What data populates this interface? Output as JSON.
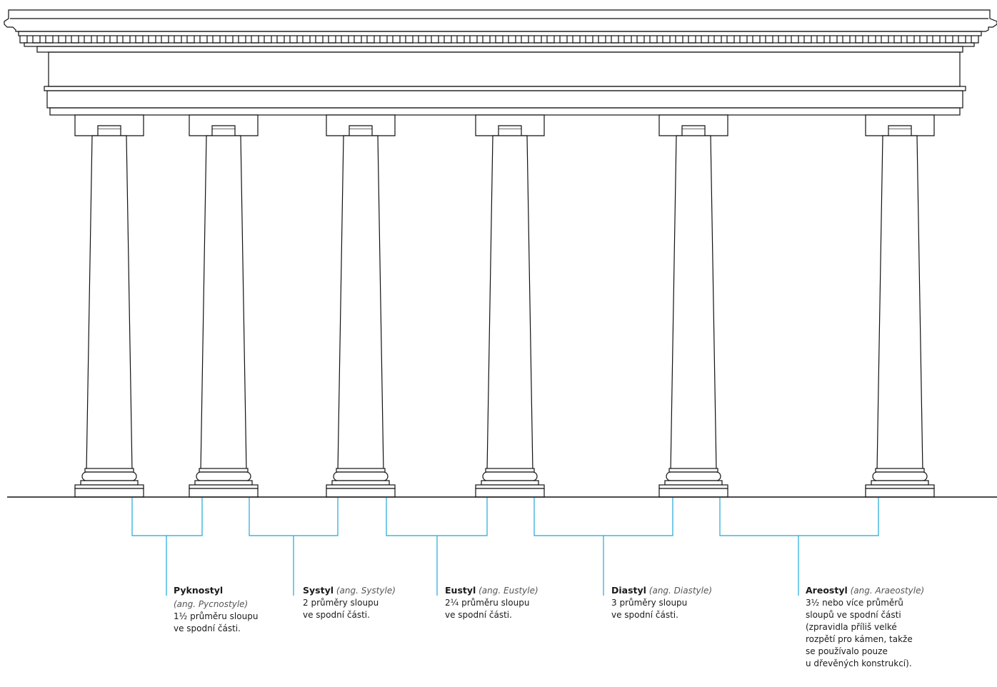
{
  "colors": {
    "line": "#111111",
    "bracket": "#1fa8d8",
    "background": "#ffffff"
  },
  "items": [
    {
      "title": "Pyknostyl",
      "alt": "(ang. Pycnostyle)",
      "alt_on_new_line": true,
      "description": "1½ průměru sloupu\nve spodní části."
    },
    {
      "title": "Systyl",
      "alt": "(ang. Systyle)",
      "alt_on_new_line": false,
      "description": "2 průměry sloupu\nve spodní části."
    },
    {
      "title": "Eustyl",
      "alt": "(ang. Eustyle)",
      "alt_on_new_line": false,
      "description": "2¼ průměru sloupu\nve spodní části."
    },
    {
      "title": "Diastyl",
      "alt": "(ang. Diastyle)",
      "alt_on_new_line": false,
      "description": "3 průměry sloupu\nve spodní části."
    },
    {
      "title": "Areostyl",
      "alt": "(ang. Araeostyle)",
      "alt_on_new_line": false,
      "description": "3½ nebo více průměrů\nsloupů ve spodní části\n(zpravidla příliš velké\nrozpětí pro kámen, takže\nse používalo pouze\nu dřevěných konstrukcí)."
    }
  ]
}
